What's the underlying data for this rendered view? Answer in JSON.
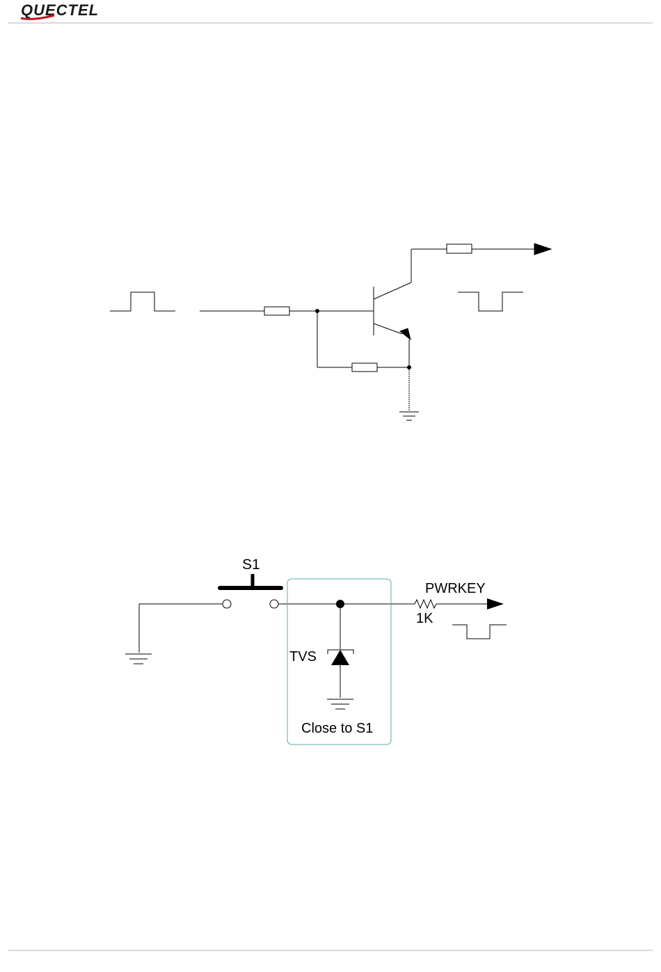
{
  "header": {
    "logo_text": "QUECTEL",
    "logo_colors": {
      "text": "#1a1a1a",
      "swoosh": "#c0141b"
    }
  },
  "diagram_transistor": {
    "description_colors": {
      "wire": "#000000"
    }
  },
  "diagram_button": {
    "switch_label": "S1",
    "signal_label": "PWRKEY",
    "resistor_label": "1K",
    "diode_label": "TVS",
    "box_label": "Close to S1",
    "box_color": "#5fa8a8"
  }
}
